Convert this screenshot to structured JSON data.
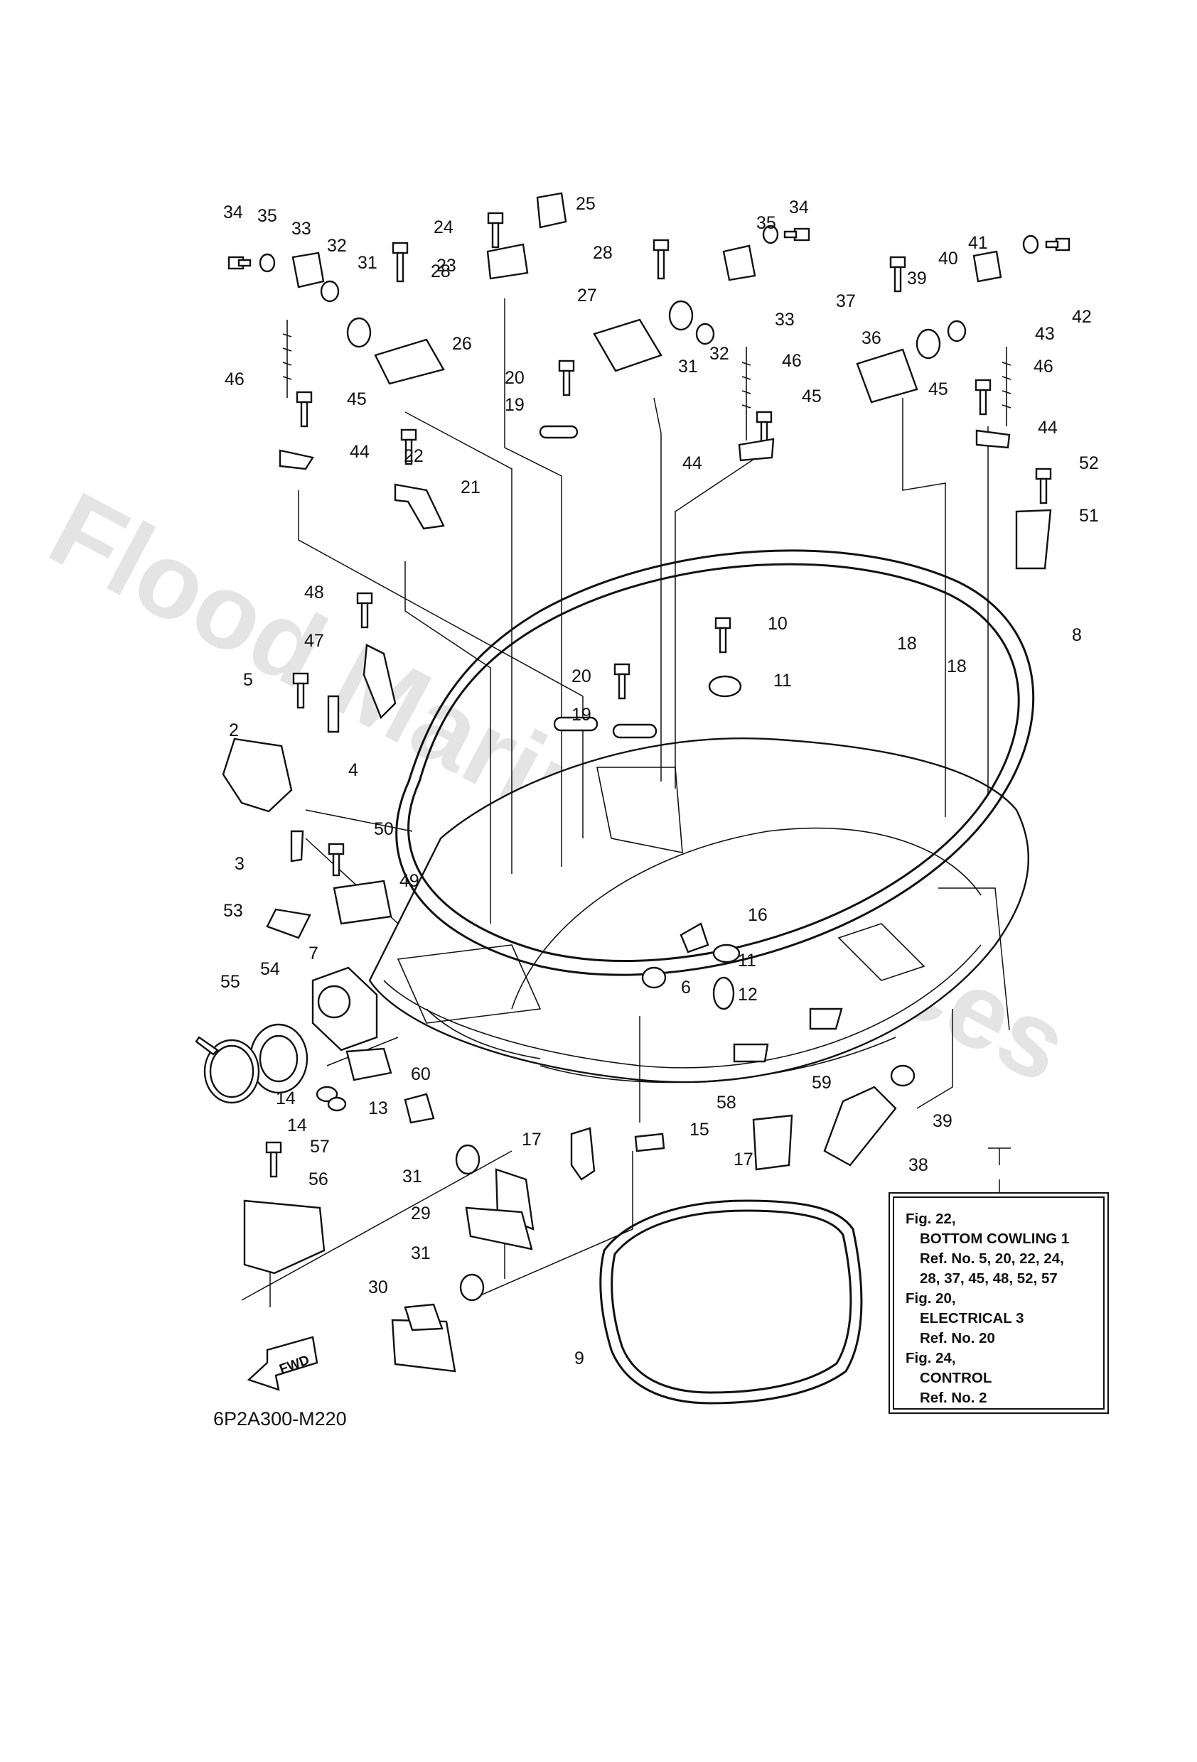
{
  "watermark": "Flood Marine Services",
  "drawing_code": "6P2A300-M220",
  "fwd_label": "FWD",
  "callout": {
    "index_label": "1",
    "lines": [
      "Fig. 22,",
      "BOTTOM COWLING 1",
      "Ref. No. 5, 20, 22, 24,",
      "28, 37, 45, 48, 52, 57",
      "Fig. 20,",
      "ELECTRICAL 3",
      "Ref. No. 20",
      "Fig. 24,",
      "CONTROL",
      "Ref. No. 2"
    ]
  },
  "part_numbers": {
    "p2": "2",
    "p3": "3",
    "p4": "4",
    "p5": "5",
    "p6": "6",
    "p7": "7",
    "p8": "8",
    "p9": "9",
    "p10": "10",
    "p11a": "11",
    "p11b": "11",
    "p12": "12",
    "p13": "13",
    "p14a": "14",
    "p14b": "14",
    "p15": "15",
    "p16": "16",
    "p17a": "17",
    "p17b": "17",
    "p18a": "18",
    "p18b": "18",
    "p19a": "19",
    "p19b": "19",
    "p20a": "20",
    "p20b": "20",
    "p21": "21",
    "p22": "22",
    "p23": "23",
    "p24": "24",
    "p25": "25",
    "p26": "26",
    "p27": "27",
    "p28a": "28",
    "p28b": "28",
    "p29": "29",
    "p30": "30",
    "p31a": "31",
    "p31b": "31",
    "p31c": "31",
    "p31d": "31",
    "p32a": "32",
    "p32b": "32",
    "p33a": "33",
    "p33b": "33",
    "p34a": "34",
    "p34b": "34",
    "p35a": "35",
    "p35b": "35",
    "p36": "36",
    "p37": "37",
    "p38": "38",
    "p39a": "39",
    "p39b": "39",
    "p40": "40",
    "p41": "41",
    "p42": "42",
    "p43": "43",
    "p44a": "44",
    "p44b": "44",
    "p44c": "44",
    "p45a": "45",
    "p45b": "45",
    "p45c": "45",
    "p46a": "46",
    "p46b": "46",
    "p46c": "46",
    "p47": "47",
    "p48": "48",
    "p49": "49",
    "p50": "50",
    "p51": "51",
    "p52": "52",
    "p53": "53",
    "p54": "54",
    "p55": "55",
    "p56": "56",
    "p57": "57",
    "p58": "58",
    "p59": "59",
    "p60": "60"
  }
}
